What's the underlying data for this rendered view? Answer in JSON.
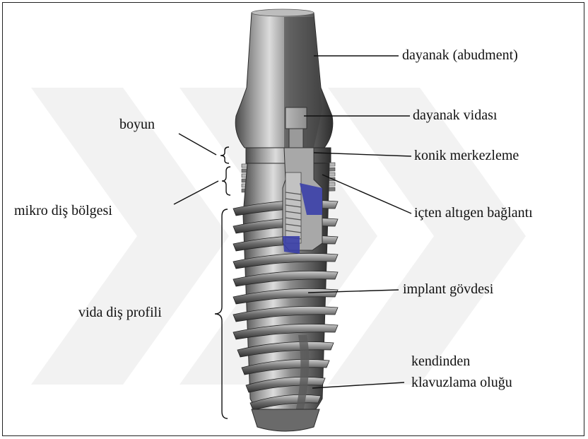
{
  "labels": {
    "abutment": "dayanak (abudment)",
    "abutment_screw": "dayanak vidası",
    "neck": "boyun",
    "conical_centering": "konik merkezleme",
    "micro_thread_zone": "mikro diş bölgesi",
    "internal_hex": "içten altıgen bağlantı",
    "implant_body": "implant gövdesi",
    "thread_profile": "vida diş profili",
    "self_tapping_line1": "kendinden",
    "self_tapping_line2": "klavuzlama oluğu"
  },
  "colors": {
    "metal_dark": "#3a3a3a",
    "metal_mid": "#8a8a8a",
    "metal_light": "#d6d6d6",
    "hex_blue": "#3a3fa8",
    "watermark": "#f1f1f1"
  }
}
